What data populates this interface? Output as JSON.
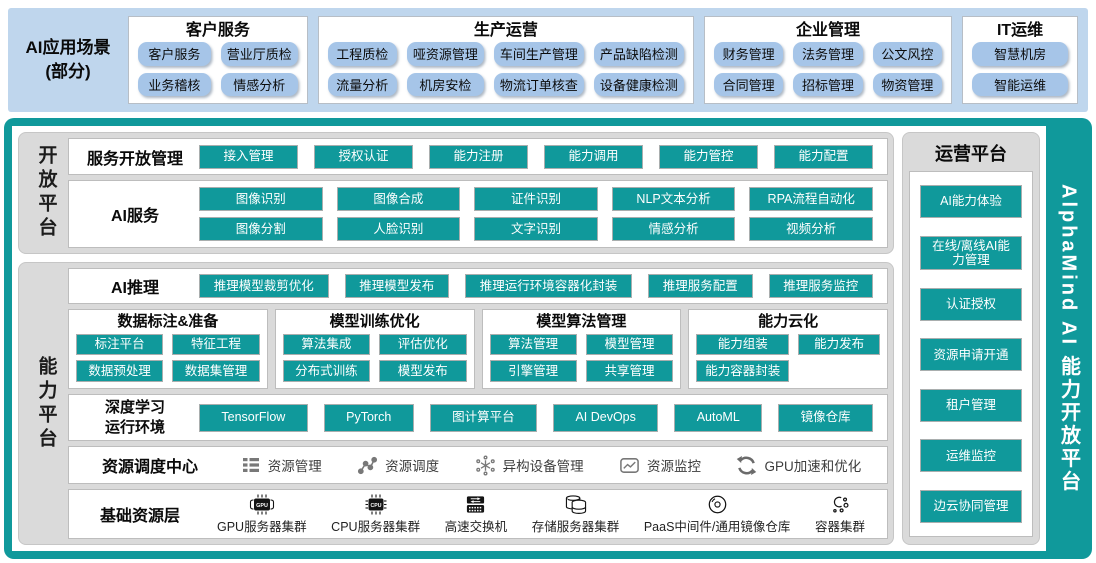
{
  "colors": {
    "teal": "#10999B",
    "band_blue": "#BFD6ED",
    "chip_blue": "#A6C5E8",
    "panel_gray": "#DADADA"
  },
  "top": {
    "title_line1": "AI应用场景",
    "title_line2": "(部分)",
    "groups": [
      {
        "title": "客户服务",
        "chips": [
          "客户服务",
          "营业厅质检",
          "业务稽核",
          "情感分析"
        ]
      },
      {
        "title": "生产运营",
        "chips": [
          "工程质检",
          "哑资源管理",
          "车间生产管理",
          "产品缺陷检测",
          "流量分析",
          "机房安检",
          "物流订单核查",
          "设备健康检测"
        ]
      },
      {
        "title": "企业管理",
        "chips": [
          "财务管理",
          "法务管理",
          "公文风控",
          "合同管理",
          "招标管理",
          "物资管理"
        ]
      },
      {
        "title": "IT运维",
        "chips": [
          "智慧机房",
          "智能运维"
        ]
      }
    ]
  },
  "open": {
    "label": "开放平台",
    "service_row": {
      "title": "服务开放管理",
      "chips": [
        "接入管理",
        "授权认证",
        "能力注册",
        "能力调用",
        "能力管控",
        "能力配置"
      ]
    },
    "ai_row": {
      "title": "AI服务",
      "chips": [
        "图像识别",
        "图像合成",
        "证件识别",
        "NLP文本分析",
        "RPA流程自动化",
        "图像分割",
        "人脸识别",
        "文字识别",
        "情感分析",
        "视频分析"
      ]
    }
  },
  "cap": {
    "label": "能力平台",
    "inference": {
      "title": "AI推理",
      "chips": [
        "推理模型裁剪优化",
        "推理模型发布",
        "推理运行环境容器化封装",
        "推理服务配置",
        "推理服务监控"
      ]
    },
    "boxes": [
      {
        "title": "数据标注&准备",
        "chips": [
          "标注平台",
          "特征工程",
          "数据预处理",
          "数据集管理"
        ]
      },
      {
        "title": "模型训练优化",
        "chips": [
          "算法集成",
          "评估优化",
          "分布式训练",
          "模型发布"
        ]
      },
      {
        "title": "模型算法管理",
        "chips": [
          "算法管理",
          "模型管理",
          "引擎管理",
          "共享管理"
        ]
      },
      {
        "title": "能力云化",
        "chips": [
          "能力组装",
          "能力发布",
          "能力容器封装"
        ]
      }
    ],
    "deep": {
      "title_line1": "深度学习",
      "title_line2": "运行环境",
      "chips": [
        "TensorFlow",
        "PyTorch",
        "图计算平台",
        "AI DevOps",
        "AutoML",
        "镜像仓库"
      ]
    },
    "sched": {
      "title": "资源调度中心",
      "items": [
        {
          "icon": "list-icon",
          "label": "资源管理"
        },
        {
          "icon": "network-icon",
          "label": "资源调度"
        },
        {
          "icon": "asterisk-icon",
          "label": "异构设备管理"
        },
        {
          "icon": "monitor-chart-icon",
          "label": "资源监控"
        },
        {
          "icon": "sync-icon",
          "label": "GPU加速和优化"
        }
      ]
    },
    "base": {
      "title": "基础资源层",
      "items": [
        {
          "icon": "gpu-chip-icon",
          "chip_text": "GPU",
          "label": "GPU服务器集群"
        },
        {
          "icon": "cpu-chip-icon",
          "chip_text": "CPU",
          "label": "CPU服务器集群"
        },
        {
          "icon": "switch-icon",
          "label": "高速交换机"
        },
        {
          "icon": "storage-icon",
          "label": "存储服务器集群"
        },
        {
          "icon": "cd-icon",
          "label": "PaaS中间件/通用镜像仓库"
        },
        {
          "icon": "containers-icon",
          "label": "容器集群"
        }
      ]
    }
  },
  "ops": {
    "title": "运营平台",
    "chips": [
      "AI能力体验",
      "在线/离线AI能力管理",
      "认证授权",
      "资源申请开通",
      "租户管理",
      "运维监控",
      "边云协同管理"
    ]
  },
  "sidebar": {
    "title": "AlphaMind AI 能力开放平台"
  }
}
